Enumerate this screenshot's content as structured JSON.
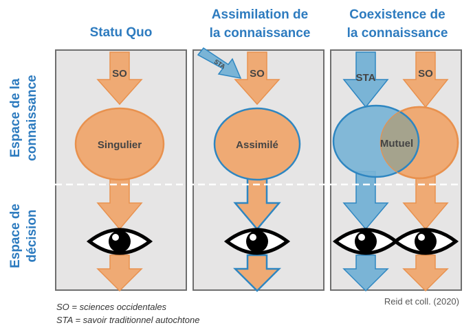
{
  "titles": {
    "col1": "Statu Quo",
    "col2_line1": "Assimilation de",
    "col2_line2": "la connaissance",
    "col3_line1": "Coexistence de",
    "col3_line2": "la connaissance"
  },
  "side_labels": {
    "knowledge_line1": "Espace de la",
    "knowledge_line2": "connaissance",
    "decision_line1": "Espace de",
    "decision_line2": "décision"
  },
  "diagram": {
    "so": "SO",
    "sta": "STA",
    "ellipse_singulier": "Singulier",
    "ellipse_assimile": "Assimilé",
    "ellipse_mutuel": "Mutuel"
  },
  "legend": {
    "so_def": "SO = sciences occidentales",
    "sta_def": "STA = savoir traditionnel autochtone"
  },
  "credit": "Reid et coll. (2020)",
  "colors": {
    "title_blue": "#2d7bbf",
    "orange_fill": "#efaa74",
    "orange_stroke": "#e8914e",
    "blue_fill": "#7ab4d6",
    "blue_stroke": "#2e86c1",
    "panel_bg": "#e6e5e5"
  }
}
